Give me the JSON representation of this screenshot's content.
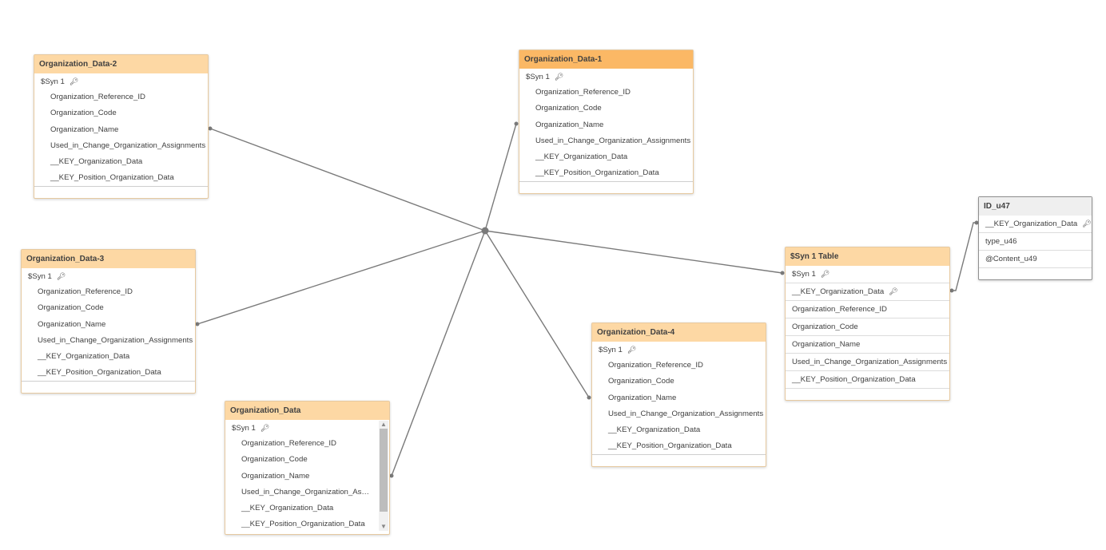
{
  "tables": [
    {
      "id": "org2",
      "title": "Organization_Data-2",
      "synthetic": "$Syn 1",
      "fields": [
        "Organization_Reference_ID",
        "Organization_Code",
        "Organization_Name",
        "Used_in_Change_Organization_Assignments",
        "__KEY_Organization_Data",
        "__KEY_Position_Organization_Data"
      ]
    },
    {
      "id": "org1",
      "title": "Organization_Data-1",
      "synthetic": "$Syn 1",
      "fields": [
        "Organization_Reference_ID",
        "Organization_Code",
        "Organization_Name",
        "Used_in_Change_Organization_Assignments",
        "__KEY_Organization_Data",
        "__KEY_Position_Organization_Data"
      ]
    },
    {
      "id": "org3",
      "title": "Organization_Data-3",
      "synthetic": "$Syn 1",
      "fields": [
        "Organization_Reference_ID",
        "Organization_Code",
        "Organization_Name",
        "Used_in_Change_Organization_Assignments",
        "__KEY_Organization_Data",
        "__KEY_Position_Organization_Data"
      ]
    },
    {
      "id": "org",
      "title": "Organization_Data",
      "synthetic": "$Syn 1",
      "fields": [
        "Organization_Reference_ID",
        "Organization_Code",
        "Organization_Name",
        "Used_in_Change_Organization_Assignments",
        "__KEY_Organization_Data",
        "__KEY_Position_Organization_Data"
      ]
    },
    {
      "id": "org4",
      "title": "Organization_Data-4",
      "synthetic": "$Syn 1",
      "fields": [
        "Organization_Reference_ID",
        "Organization_Code",
        "Organization_Name",
        "Used_in_Change_Organization_Assignments",
        "__KEY_Organization_Data",
        "__KEY_Position_Organization_Data"
      ]
    },
    {
      "id": "syn",
      "title": "$Syn 1 Table",
      "synthetic": "$Syn 1",
      "key_field": "__KEY_Organization_Data",
      "fields": [
        "Organization_Reference_ID",
        "Organization_Code",
        "Organization_Name",
        "Used_in_Change_Organization_Assignments",
        "__KEY_Position_Organization_Data"
      ]
    },
    {
      "id": "idu47",
      "title": "ID_u47",
      "key_field": "__KEY_Organization_Data",
      "fields": [
        "type_u46",
        "@Content_u49"
      ]
    }
  ],
  "colors": {
    "header": "#fdd8a4",
    "header_selected": "#fbb865",
    "header_gray": "#efefef",
    "link_line": "#7a7a7a"
  },
  "icons": {
    "key": "key-icon"
  }
}
